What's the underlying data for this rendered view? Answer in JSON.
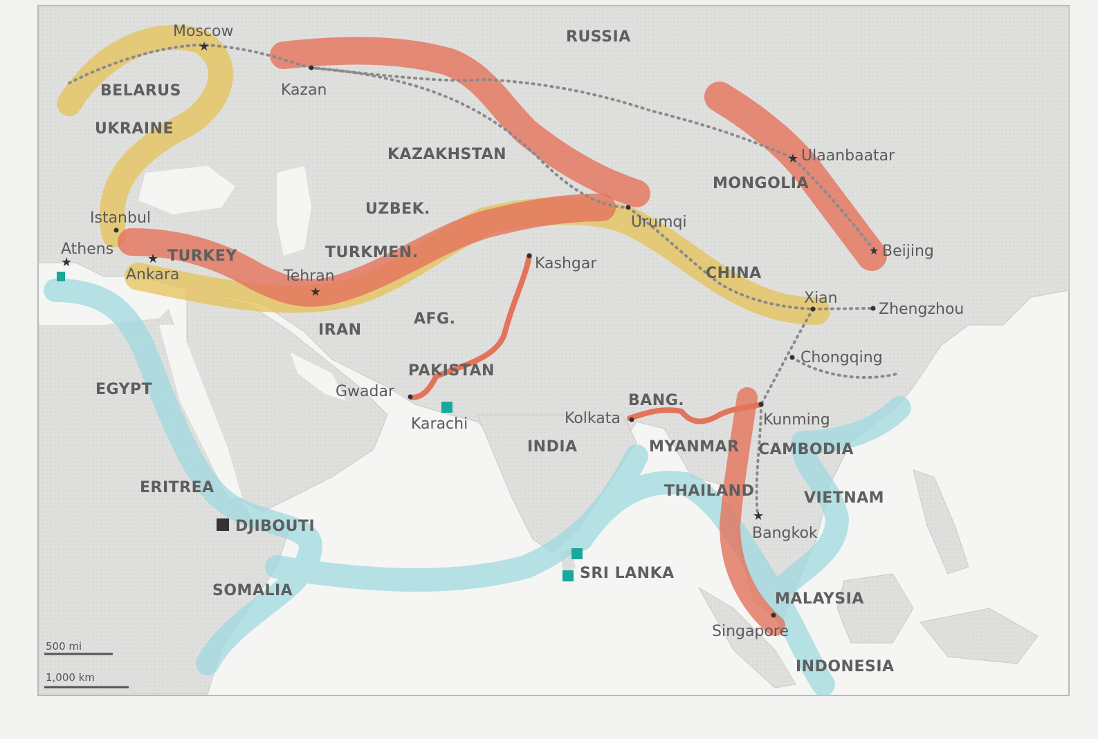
{
  "countries": [
    "RUSSIA",
    "BELARUS",
    "UKRAINE",
    "KAZAKHSTAN",
    "MONGOLIA",
    "UZBEK.",
    "TURKMEN.",
    "TURKEY",
    "IRAN",
    "AFG.",
    "CHINA",
    "PAKISTAN",
    "EGYPT",
    "INDIA",
    "BANG.",
    "MYANMAR",
    "CAMBODIA",
    "THAILAND",
    "VIETNAM",
    "ERITREA",
    "DJIBOUTI",
    "SOMALIA",
    "SRI LANKA",
    "MALAYSIA",
    "INDONESIA"
  ],
  "cities": [
    "Moscow",
    "Kazan",
    "Istanbul",
    "Athens",
    "Ankara",
    "Tehran",
    "Kashgar",
    "Urumqi",
    "Ulaanbaatar",
    "Beijing",
    "Xian",
    "Zhengzhou",
    "Chongqing",
    "Kunming",
    "Gwadar",
    "Karachi",
    "Kolkata",
    "Bangkok",
    "Singapore"
  ],
  "scale": {
    "miles": "500 mi",
    "km": "1,000 km"
  },
  "colors": {
    "land": "#e0e1de",
    "water": "#f5f6f4",
    "red_route": "#e4735c",
    "yellow_route": "#e5c257",
    "sea_route": "#9fd8df",
    "teal_marker": "#1aa89c",
    "dotted_rail": "#8a8a8a"
  }
}
